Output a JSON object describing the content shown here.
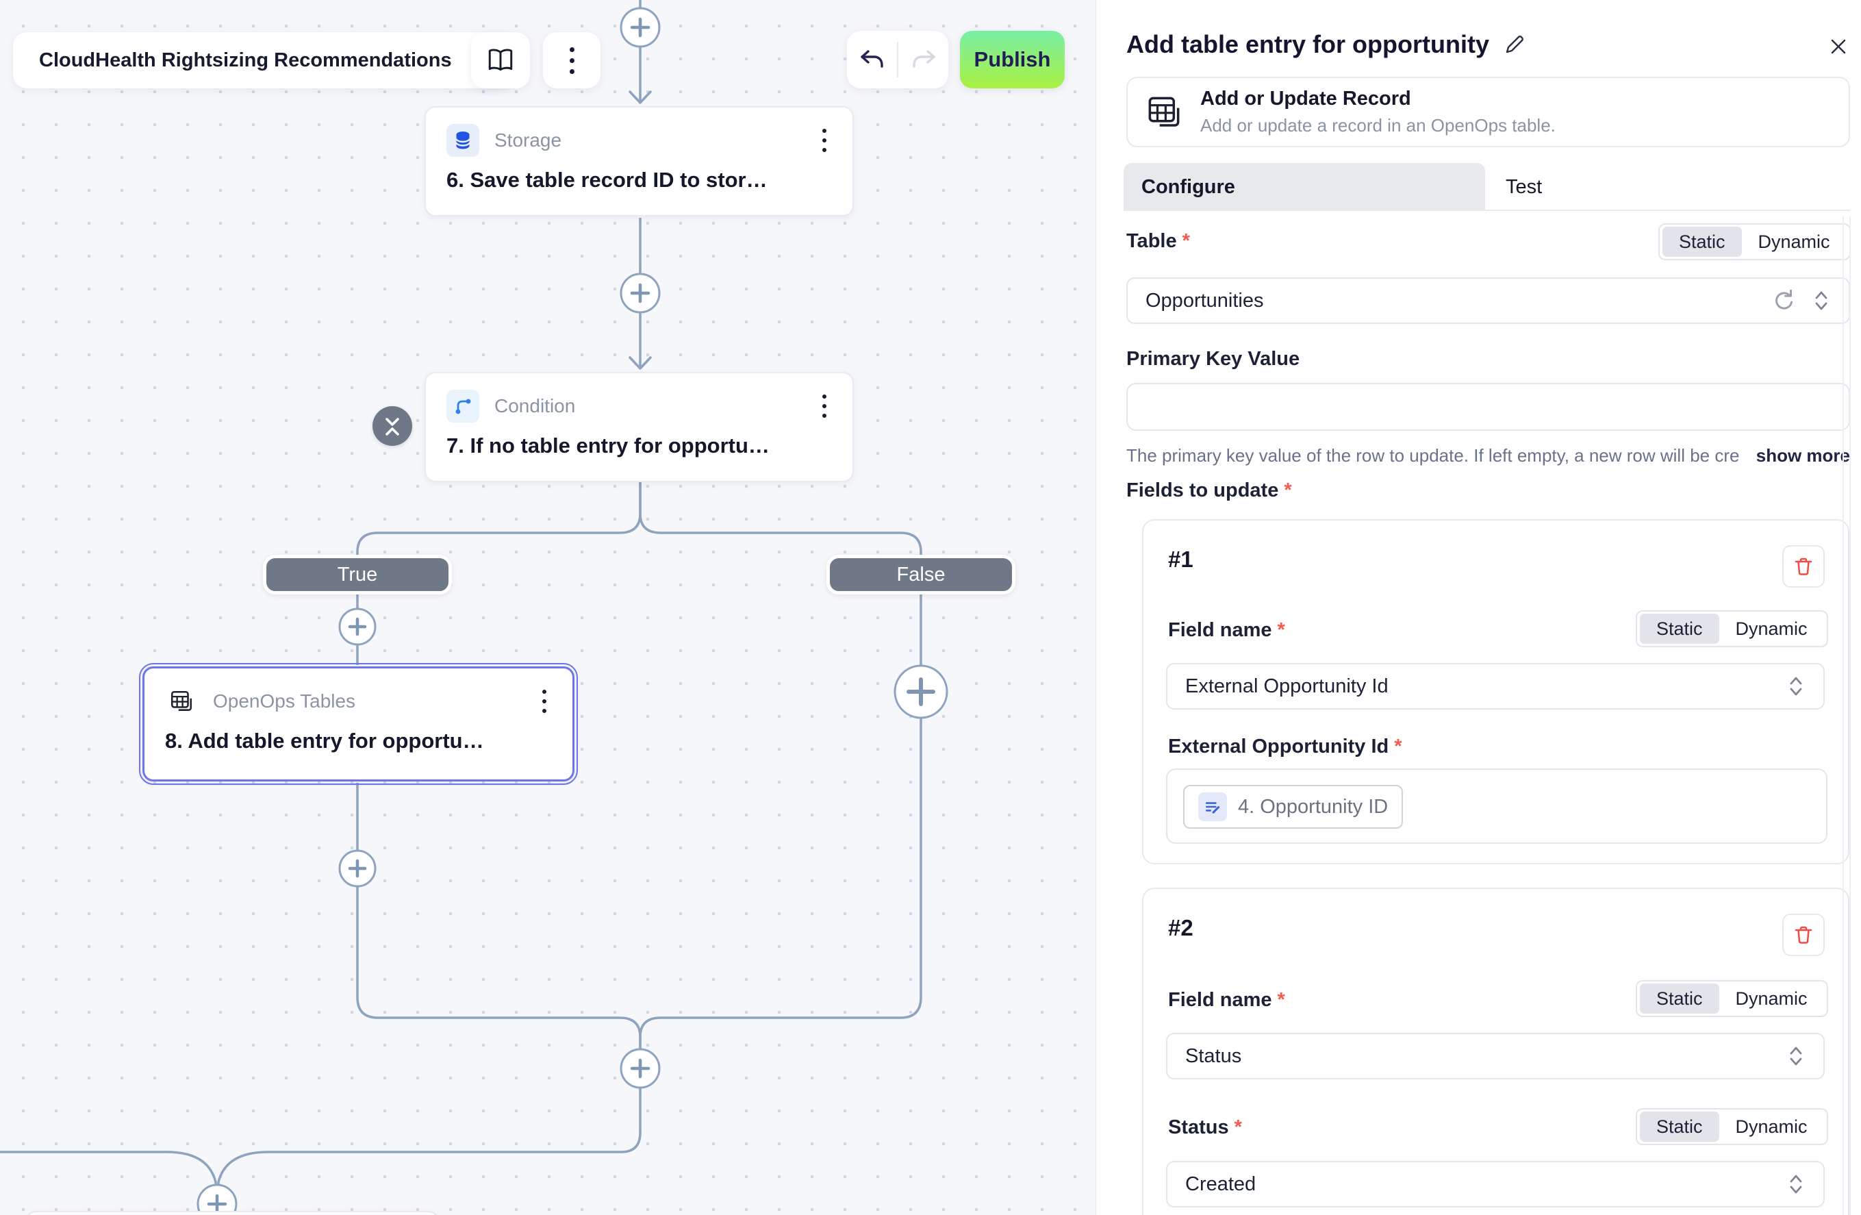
{
  "header": {
    "flow_name": "CloudHealth Rightsizing Recommendations",
    "publish_label": "Publish"
  },
  "canvas": {
    "branch_true": "True",
    "branch_false": "False",
    "nodes": [
      {
        "app": "Storage",
        "title": "6. Save table record ID to stor…"
      },
      {
        "app": "Condition",
        "title": "7. If no table entry for opportu…"
      },
      {
        "app": "OpenOps Tables",
        "title": "8. Add table entry for opportu…"
      }
    ]
  },
  "panel": {
    "title": "Add table entry for opportunity",
    "action_name": "Add or Update Record",
    "action_description": "Add or update a record in an OpenOps table.",
    "tab_configure": "Configure",
    "tab_test": "Test",
    "toggle_static": "Static",
    "toggle_dynamic": "Dynamic",
    "required_marker": "*",
    "table_label": "Table",
    "table_value": "Opportunities",
    "primary_key_label": "Primary Key Value",
    "primary_key_value": "",
    "primary_key_help": "The primary key value of the row to update. If left empty, a new row will be cre…",
    "show_more": "show more",
    "fields_label": "Fields to update",
    "fields": [
      {
        "index": "#1",
        "name_label": "Field name",
        "name_value": "External Opportunity Id",
        "value_label": "External Opportunity Id",
        "token": "4. Opportunity ID"
      },
      {
        "index": "#2",
        "name_label": "Field name",
        "name_value": "Status",
        "value_label": "Status",
        "value": "Created"
      }
    ]
  },
  "colors": {
    "publish_gradient_top": "#79efa5",
    "publish_gradient_bottom": "#a9f042",
    "selected_node_border": "#6d74ee",
    "edge": "#8ea3be",
    "branch_pill": "#6f7887",
    "required_asterisk": "#f25b50",
    "danger": "#f04a43"
  }
}
